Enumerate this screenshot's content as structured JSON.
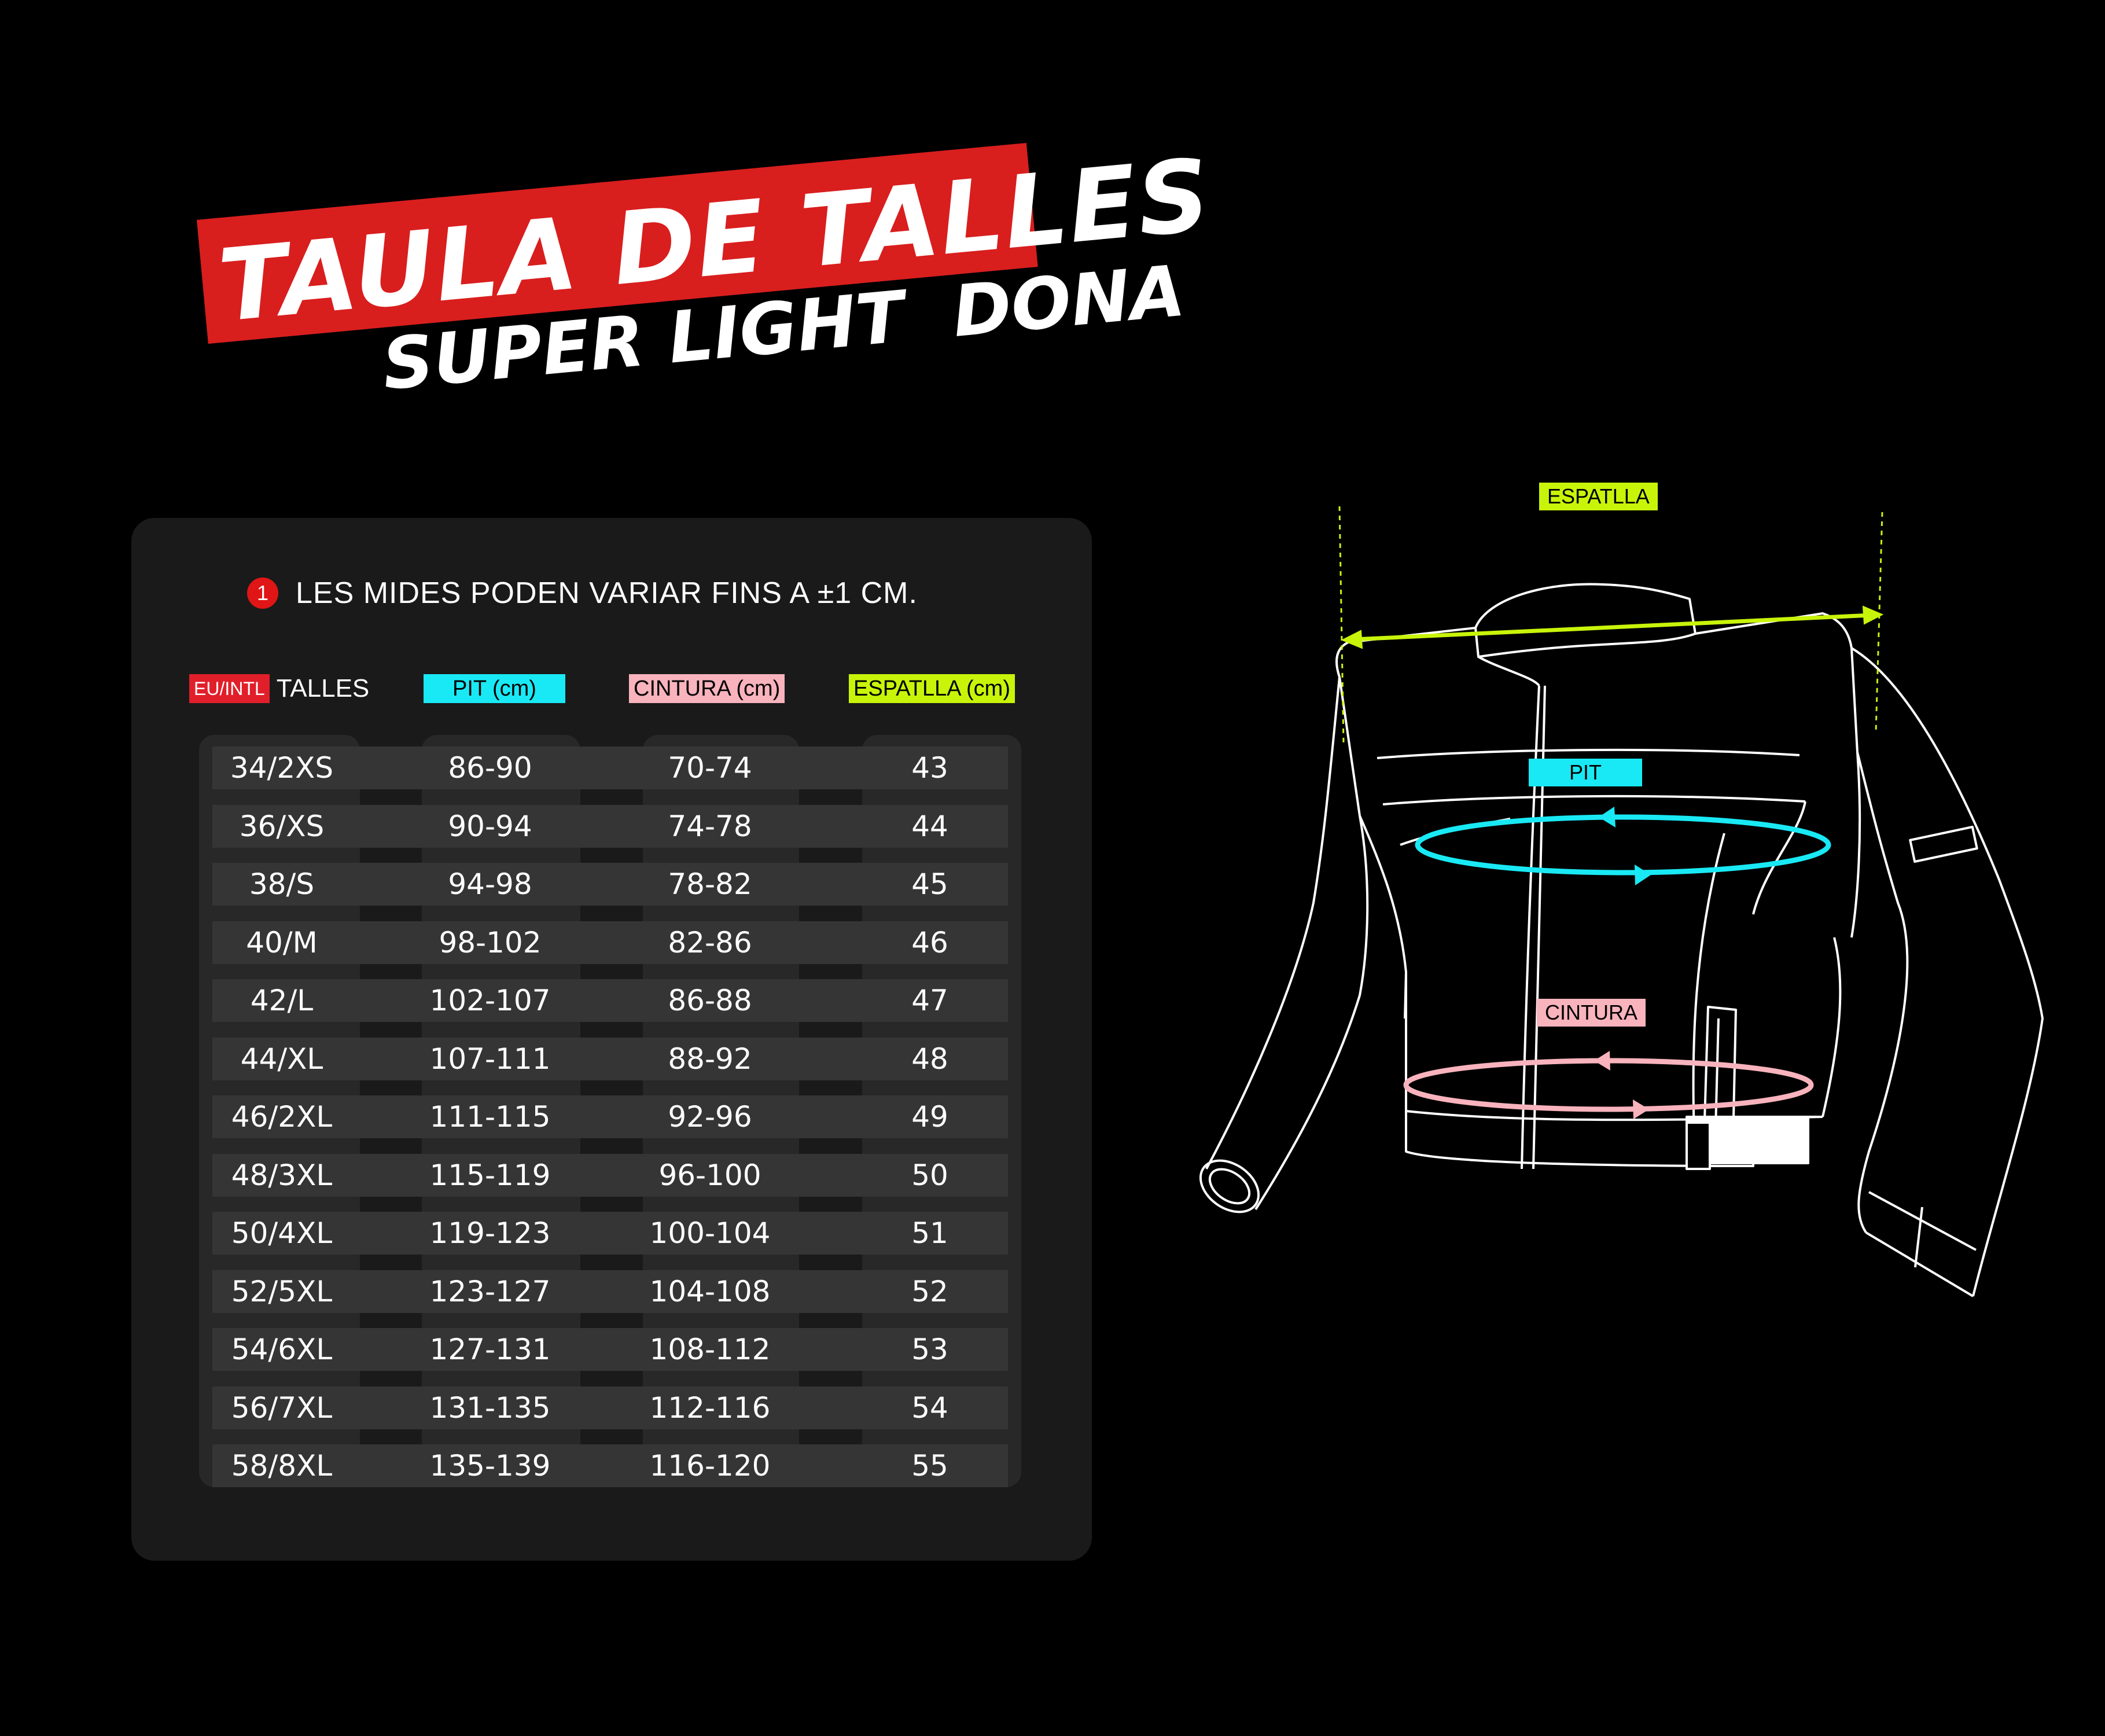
{
  "title": "TAULA DE TALLES",
  "subtitle": "SUPER LIGHT  DONA",
  "note": {
    "icon": "1",
    "text": "LES MIDES PODEN VARIAR FINS A ±1 CM."
  },
  "headers": {
    "eu_intl": "EU/INTL",
    "talles": "TALLES",
    "pit": "PIT (cm)",
    "cintura": "CINTURA (cm)",
    "espatlla": "ESPATLLA (cm)"
  },
  "rows": [
    {
      "talla": "34/2XS",
      "pit": "86-90",
      "cintura": "70-74",
      "espatlla": "43"
    },
    {
      "talla": "36/XS",
      "pit": "90-94",
      "cintura": "74-78",
      "espatlla": "44"
    },
    {
      "talla": "38/S",
      "pit": "94-98",
      "cintura": "78-82",
      "espatlla": "45"
    },
    {
      "talla": "40/M",
      "pit": "98-102",
      "cintura": "82-86",
      "espatlla": "46"
    },
    {
      "talla": "42/L",
      "pit": "102-107",
      "cintura": "86-88",
      "espatlla": "47"
    },
    {
      "talla": "44/XL",
      "pit": "107-111",
      "cintura": "88-92",
      "espatlla": "48"
    },
    {
      "talla": "46/2XL",
      "pit": "111-115",
      "cintura": "92-96",
      "espatlla": "49"
    },
    {
      "talla": "48/3XL",
      "pit": "115-119",
      "cintura": "96-100",
      "espatlla": "50"
    },
    {
      "talla": "50/4XL",
      "pit": "119-123",
      "cintura": "100-104",
      "espatlla": "51"
    },
    {
      "talla": "52/5XL",
      "pit": "123-127",
      "cintura": "104-108",
      "espatlla": "52"
    },
    {
      "talla": "54/6XL",
      "pit": "127-131",
      "cintura": "108-112",
      "espatlla": "53"
    },
    {
      "talla": "56/7XL",
      "pit": "131-135",
      "cintura": "112-116",
      "espatlla": "54"
    },
    {
      "talla": "58/8XL",
      "pit": "135-139",
      "cintura": "116-120",
      "espatlla": "55"
    }
  ],
  "diagram": {
    "espatlla_label": "ESPATLLA",
    "pit_label": "PIT",
    "cintura_label": "CINTURA"
  },
  "colors": {
    "background": "#000000",
    "title_red": "#d91e1e",
    "cyan": "#19e9f4",
    "pink": "#f8b3bd",
    "lime": "#c8f40a"
  }
}
